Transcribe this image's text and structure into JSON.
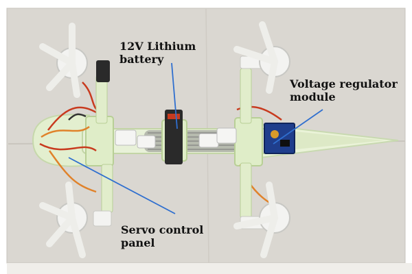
{
  "figure": {
    "annotations": [
      {
        "id": "battery",
        "lines": [
          "12V Lithium",
          "battery"
        ]
      },
      {
        "id": "regulator",
        "lines": [
          "Voltage regulator",
          "module"
        ]
      },
      {
        "id": "servo",
        "lines": [
          "Servo control",
          "panel"
        ]
      }
    ],
    "colors": {
      "pointer_line": "#2f6fcf",
      "background": "#d9d6d0",
      "robot_body": "#e6f1d4",
      "servo_white": "#f4f4f2",
      "wiring_red": "#c83a1e",
      "wiring_orange": "#e0822a",
      "board_blue": "#1f3e8c"
    }
  }
}
